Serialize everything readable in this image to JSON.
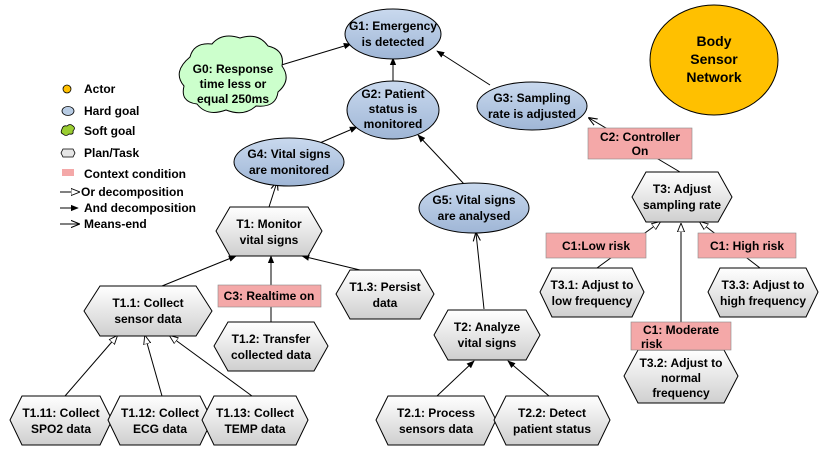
{
  "actor": {
    "label": [
      "Body",
      "Sensor",
      "Network"
    ],
    "color": "#ffc000"
  },
  "legend": {
    "actor": "Actor",
    "hard_goal": "Hard goal",
    "soft_goal": "Soft goal",
    "plan_task": "Plan/Task",
    "context_condition": "Context condition",
    "or_decomposition": "Or decomposition",
    "and_decomposition": "And decomposition",
    "means_end": "Means-end"
  },
  "colors": {
    "hard_goal": "#b8cce4",
    "soft_goal": "#ccffcc",
    "task": "#e6e6e6",
    "context": "#f4a8a8"
  },
  "goals": {
    "g1": [
      "G1: Emergency",
      "is detected"
    ],
    "g2": [
      "G2: Patient",
      "status is",
      "monitored"
    ],
    "g3": [
      "G3: Sampling",
      "rate is adjusted"
    ],
    "g4": [
      "G4: Vital signs",
      "are monitored"
    ],
    "g5": [
      "G5: Vital signs",
      "are analysed"
    ]
  },
  "softgoals": {
    "g0": [
      "G0: Response",
      "time less or",
      "equal 250ms"
    ]
  },
  "tasks": {
    "t1": [
      "T1: Monitor",
      "vital signs"
    ],
    "t1_1": [
      "T1.1: Collect",
      "sensor data"
    ],
    "t1_2": [
      "T1.2: Transfer",
      "collected data"
    ],
    "t1_3": [
      "T1.3: Persist",
      "data"
    ],
    "t1_11": [
      "T1.11: Collect",
      "SPO2 data"
    ],
    "t1_12": [
      "T1.12: Collect",
      "ECG data"
    ],
    "t1_13": [
      "T1.13: Collect",
      "TEMP data"
    ],
    "t2": [
      "T2: Analyze",
      "vital signs"
    ],
    "t2_1": [
      "T2.1: Process",
      "sensors data"
    ],
    "t2_2": [
      "T2.2: Detect",
      "patient status"
    ],
    "t3": [
      "T3: Adjust",
      "sampling rate"
    ],
    "t3_1": [
      "T3.1: Adjust to",
      "low frequency"
    ],
    "t3_2": [
      "T3.2: Adjust to",
      "normal",
      "frequency"
    ],
    "t3_3": [
      "T3.3: Adjust to",
      "high frequency"
    ]
  },
  "contexts": {
    "c2": [
      "C2: Controller",
      "On"
    ],
    "c3": [
      "C3: Realtime on"
    ],
    "c1_low": [
      "C1:Low risk"
    ],
    "c1_high": [
      "C1: High risk"
    ],
    "c1_moderate": [
      "C1: Moderate",
      "risk"
    ]
  }
}
